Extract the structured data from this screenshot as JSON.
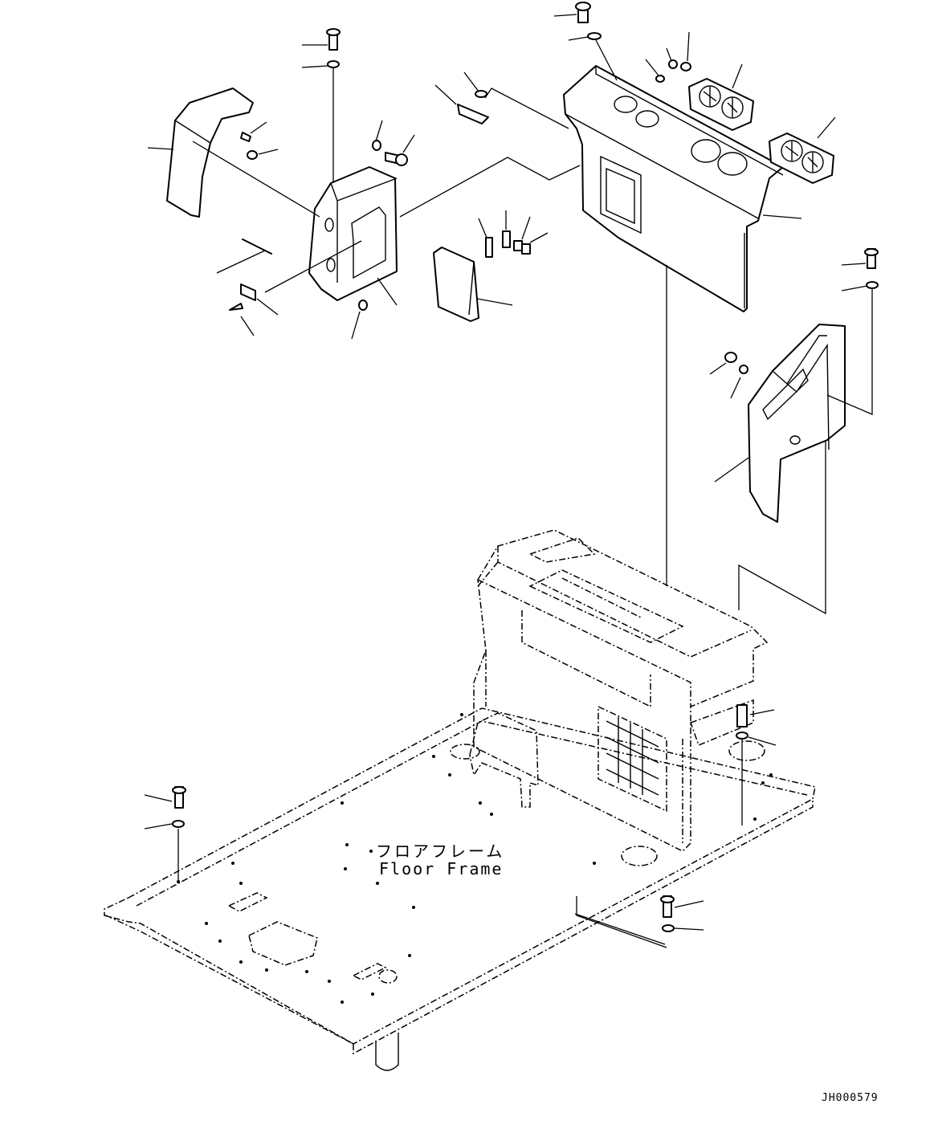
{
  "diagram": {
    "callouts": {
      "floor_frame_jp": "フロアフレーム",
      "floor_frame_en": "Floor Frame"
    },
    "drawing_number": "JH000579"
  }
}
